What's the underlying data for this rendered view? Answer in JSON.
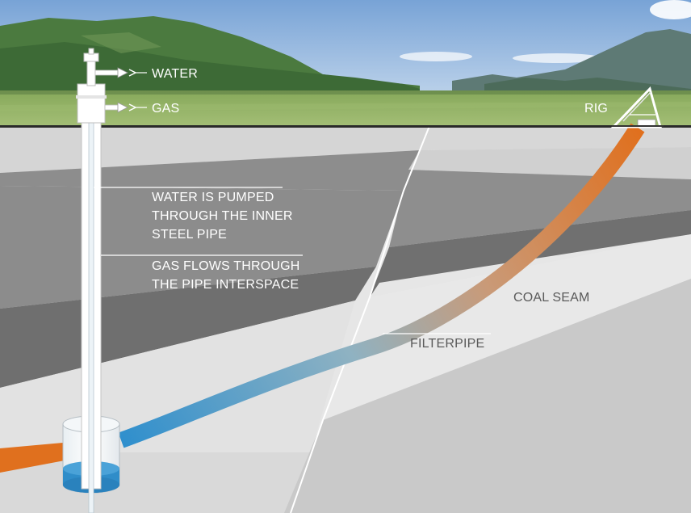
{
  "labels": {
    "water": "WATER",
    "gas": "GAS",
    "rig": "RIG",
    "water_pumped": [
      "WATER IS PUMPED",
      "THROUGH THE INNER",
      "STEEL PIPE"
    ],
    "gas_flows": [
      "GAS FLOWS THROUGH",
      "THE PIPE INTERSPACE"
    ],
    "coal_seam": "COAL SEAM",
    "filterpipe": "FILTERPIPE"
  },
  "colors": {
    "sky_top": "#7fa8d8",
    "sky_bottom": "#c7d9ee",
    "field": "#8fb060",
    "forest": "#3f6a3a",
    "mountain": "#4f6b63",
    "ground_top": "#d9d9d9",
    "layer_dark": "#6e6e6e",
    "layer_mid": "#8c8c8c",
    "layer_light": "#e6e6e6",
    "coal_seam": "#dcdcdc",
    "pipe_orange": "#e07a2a",
    "pipe_blue": "#3a95cf",
    "water_blue": "#2f8dc9"
  }
}
